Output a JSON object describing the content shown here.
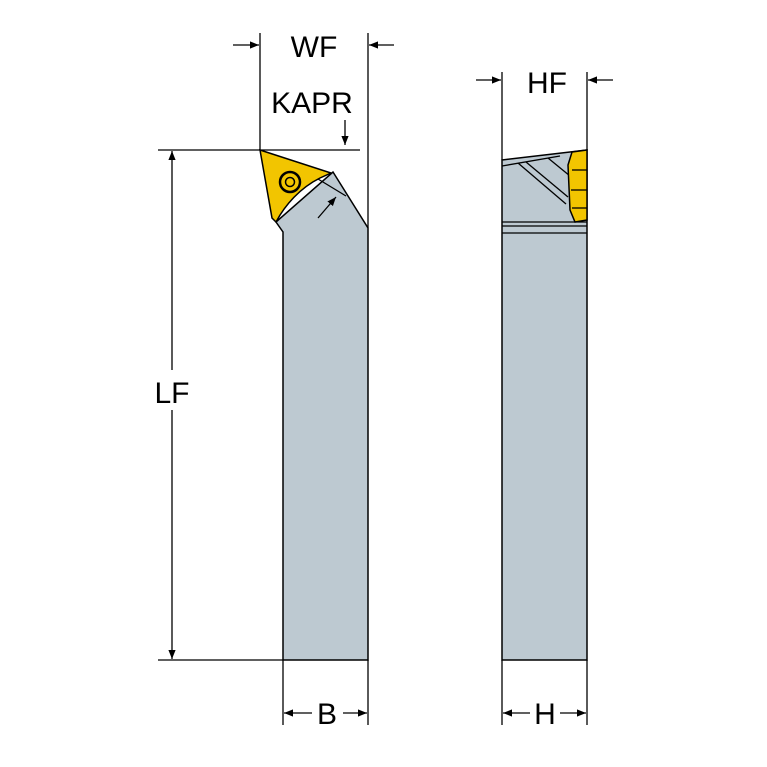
{
  "labels": {
    "wf": "WF",
    "kapr": "KAPR",
    "lf": "LF",
    "b": "B",
    "hf": "HF",
    "h": "H"
  },
  "colors": {
    "holder": "#bdc9d1",
    "insert": "#f2c500"
  }
}
